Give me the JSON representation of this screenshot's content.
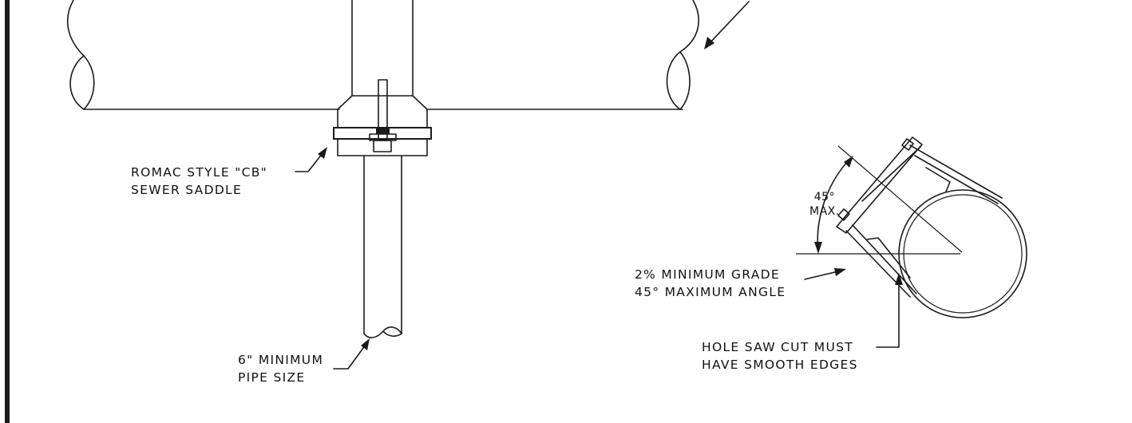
{
  "labels": {
    "saddle": "ROMAC STYLE \"CB\"\nSEWER SADDLE",
    "pipe": "6\" MINIMUM\nPIPE SIZE",
    "angle": "45°\nMAX.",
    "grade": "2% MINIMUM GRADE\n45° MAXIMUM ANGLE",
    "holesaw": "HOLE SAW CUT MUST\nHAVE SMOOTH EDGES"
  }
}
